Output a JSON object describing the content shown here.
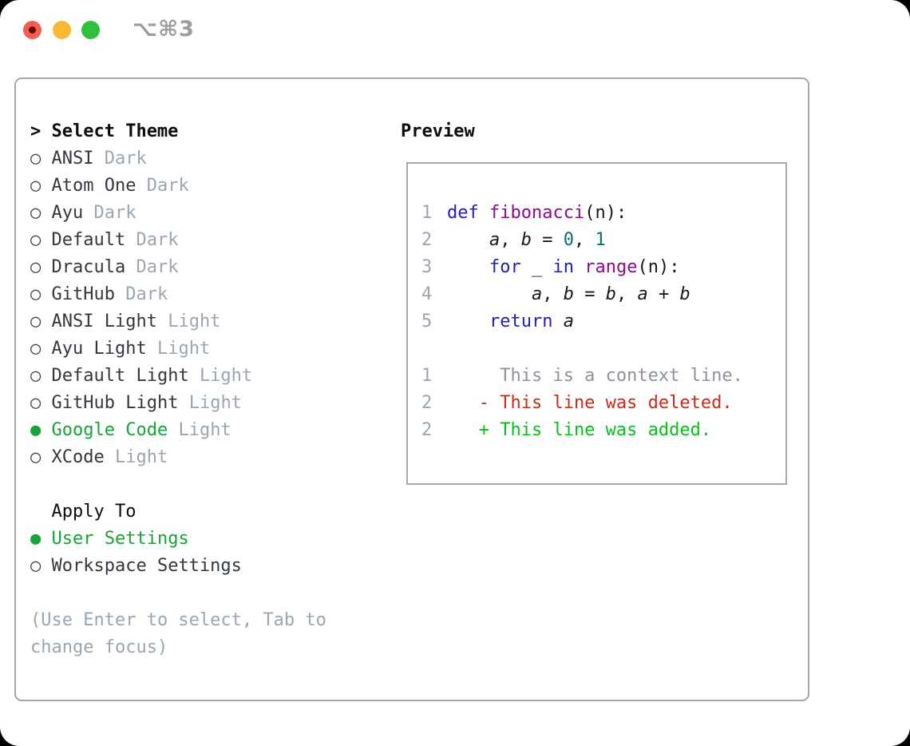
{
  "window": {
    "title": "⌥⌘3"
  },
  "colors": {
    "traffic_red": "#f25d52",
    "traffic_red_dot": "#6b0b08",
    "traffic_yellow": "#f7b932",
    "traffic_green": "#2fc13e",
    "panel_border": "#a0a7b3",
    "selected_green": "#17a338",
    "muted_gray": "#9ba6b2",
    "keyword_blue": "#1e1eb8",
    "function_purple": "#8a0d8a",
    "literal_teal": "#0d6e6e",
    "context_gray": "#8c939b",
    "deleted_red": "#c52e1b",
    "added_green": "#06c01e"
  },
  "icons": {
    "radio_selected": "●",
    "radio_unselected": "○"
  },
  "theme_list": {
    "cursor": ">",
    "title": "Select Theme",
    "items": [
      {
        "label": "ANSI",
        "variant": "Dark",
        "selected": false
      },
      {
        "label": "Atom One",
        "variant": "Dark",
        "selected": false
      },
      {
        "label": "Ayu",
        "variant": "Dark",
        "selected": false
      },
      {
        "label": "Default",
        "variant": "Dark",
        "selected": false
      },
      {
        "label": "Dracula",
        "variant": "Dark",
        "selected": false
      },
      {
        "label": "GitHub",
        "variant": "Dark",
        "selected": false
      },
      {
        "label": "ANSI Light",
        "variant": "Light",
        "selected": false
      },
      {
        "label": "Ayu Light",
        "variant": "Light",
        "selected": false
      },
      {
        "label": "Default Light",
        "variant": "Light",
        "selected": false
      },
      {
        "label": "GitHub Light",
        "variant": "Light",
        "selected": false
      },
      {
        "label": "Google Code",
        "variant": "Light",
        "selected": true
      },
      {
        "label": "XCode",
        "variant": "Light",
        "selected": false
      }
    ]
  },
  "apply_to": {
    "title": "Apply To",
    "options": [
      {
        "label": "User Settings",
        "selected": true
      },
      {
        "label": "Workspace Settings",
        "selected": false
      }
    ]
  },
  "hint": {
    "lines": [
      "(Use Enter to select, Tab to",
      "change focus)"
    ]
  },
  "preview": {
    "title": "Preview",
    "lines": [
      {
        "kind": "blank",
        "num": "",
        "segments": []
      },
      {
        "kind": "code",
        "num": "1",
        "segments": [
          {
            "text": "def ",
            "style": "keyword"
          },
          {
            "text": "fibonacci",
            "style": "function"
          },
          {
            "text": "(n):",
            "style": "plain"
          }
        ]
      },
      {
        "kind": "code",
        "num": "2",
        "segments": [
          {
            "text": "    ",
            "style": "plain"
          },
          {
            "text": "a",
            "style": "var"
          },
          {
            "text": ", ",
            "style": "plain"
          },
          {
            "text": "b",
            "style": "var"
          },
          {
            "text": " = ",
            "style": "plain"
          },
          {
            "text": "0",
            "style": "literal"
          },
          {
            "text": ", ",
            "style": "plain"
          },
          {
            "text": "1",
            "style": "literal"
          }
        ]
      },
      {
        "kind": "code",
        "num": "3",
        "segments": [
          {
            "text": "    ",
            "style": "plain"
          },
          {
            "text": "for",
            "style": "keyword"
          },
          {
            "text": " _ ",
            "style": "plain"
          },
          {
            "text": "in",
            "style": "keyword"
          },
          {
            "text": " ",
            "style": "plain"
          },
          {
            "text": "range",
            "style": "function"
          },
          {
            "text": "(n):",
            "style": "plain"
          }
        ]
      },
      {
        "kind": "code",
        "num": "4",
        "segments": [
          {
            "text": "        ",
            "style": "plain"
          },
          {
            "text": "a",
            "style": "var"
          },
          {
            "text": ", ",
            "style": "plain"
          },
          {
            "text": "b",
            "style": "var"
          },
          {
            "text": " = ",
            "style": "plain"
          },
          {
            "text": "b",
            "style": "var"
          },
          {
            "text": ", ",
            "style": "plain"
          },
          {
            "text": "a",
            "style": "var"
          },
          {
            "text": " + ",
            "style": "plain"
          },
          {
            "text": "b",
            "style": "var"
          }
        ]
      },
      {
        "kind": "code",
        "num": "5",
        "segments": [
          {
            "text": "    ",
            "style": "plain"
          },
          {
            "text": "return",
            "style": "keyword"
          },
          {
            "text": " ",
            "style": "plain"
          },
          {
            "text": "a",
            "style": "var"
          }
        ]
      },
      {
        "kind": "blank",
        "num": "",
        "segments": []
      },
      {
        "kind": "context",
        "num": "1",
        "segments": [
          {
            "text": "     This is a context line.",
            "style": "context"
          }
        ]
      },
      {
        "kind": "deleted",
        "num": "2",
        "segments": [
          {
            "text": "   - This line was deleted.",
            "style": "deleted"
          }
        ]
      },
      {
        "kind": "added",
        "num": "2",
        "segments": [
          {
            "text": "   + This line was added.",
            "style": "added"
          }
        ]
      },
      {
        "kind": "blank",
        "num": "",
        "segments": []
      }
    ]
  }
}
